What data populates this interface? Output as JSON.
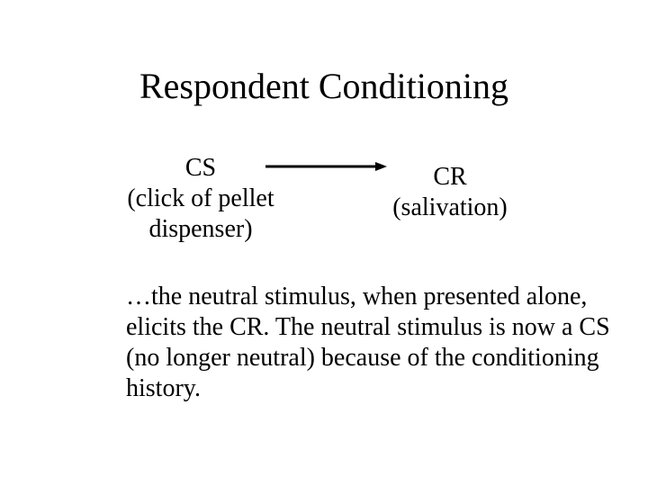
{
  "slide": {
    "title": "Respondent Conditioning",
    "diagram": {
      "cs": {
        "label": "CS",
        "detail_line1": "(click of pellet",
        "detail_line2": "dispenser)"
      },
      "cr": {
        "label": "CR",
        "detail": "(salivation)"
      }
    },
    "body": "…the neutral stimulus, when presented alone, elicits the CR.  The neutral stimulus is now a CS (no longer neutral) because of the conditioning history."
  }
}
